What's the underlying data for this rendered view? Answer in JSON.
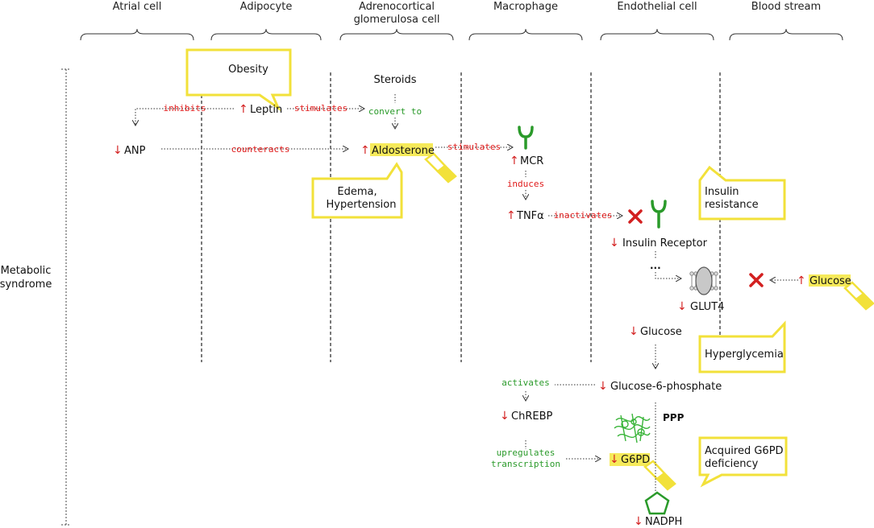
{
  "columns": {
    "atrial": "Atrial cell",
    "adipocyte": "Adipocyte",
    "adrenocortical_1": "Adrenocortical",
    "adrenocortical_2": "glomerulosa cell",
    "macrophage": "Macrophage",
    "endothelial": "Endothelial cell",
    "blood": "Blood stream"
  },
  "side_label": {
    "line1": "Metabolic",
    "line2": "syndrome"
  },
  "nodes": {
    "leptin": "Leptin",
    "steroids": "Steroids",
    "anp": "ANP",
    "aldosterone": "Aldosterone",
    "mcr": "MCR",
    "tnfa": "TNFα",
    "insulin_receptor": "Insulin Receptor",
    "dots": "...",
    "glucose_blood": "Glucose",
    "glut4": "GLUT4",
    "glucose": "Glucose",
    "g6p": "Glucose-6-phosphate",
    "chrebp": "ChREBP",
    "ppp": "PPP",
    "g6pd": "G6PD",
    "nadph": "NADPH"
  },
  "relations": {
    "inhibits": "inhibits",
    "stimulates_1": "stimulates",
    "convert_to": "convert to",
    "counteracts": "counteracts",
    "stimulates_2": "stimulates",
    "induces": "induces",
    "inactivates": "inactivates",
    "activates": "activates",
    "upregulates_1": "upregulates",
    "upregulates_2": "transcription"
  },
  "callouts": {
    "obesity": "Obesity",
    "edema_1": "Edema,",
    "edema_2": "Hypertension",
    "insulin_1": "Insulin",
    "insulin_2": "resistance",
    "hyperglycemia": "Hyperglycemia",
    "g6pd_def_1": "Acquired G6PD",
    "g6pd_def_2": "deficiency"
  },
  "symbols": {
    "up": "↑",
    "down": "↓",
    "cross": "✕"
  },
  "colors": {
    "red": "#e01a1a",
    "green": "#2a9a2a",
    "yellow": "#f2e13a",
    "highlight": "#f6ea5a"
  }
}
